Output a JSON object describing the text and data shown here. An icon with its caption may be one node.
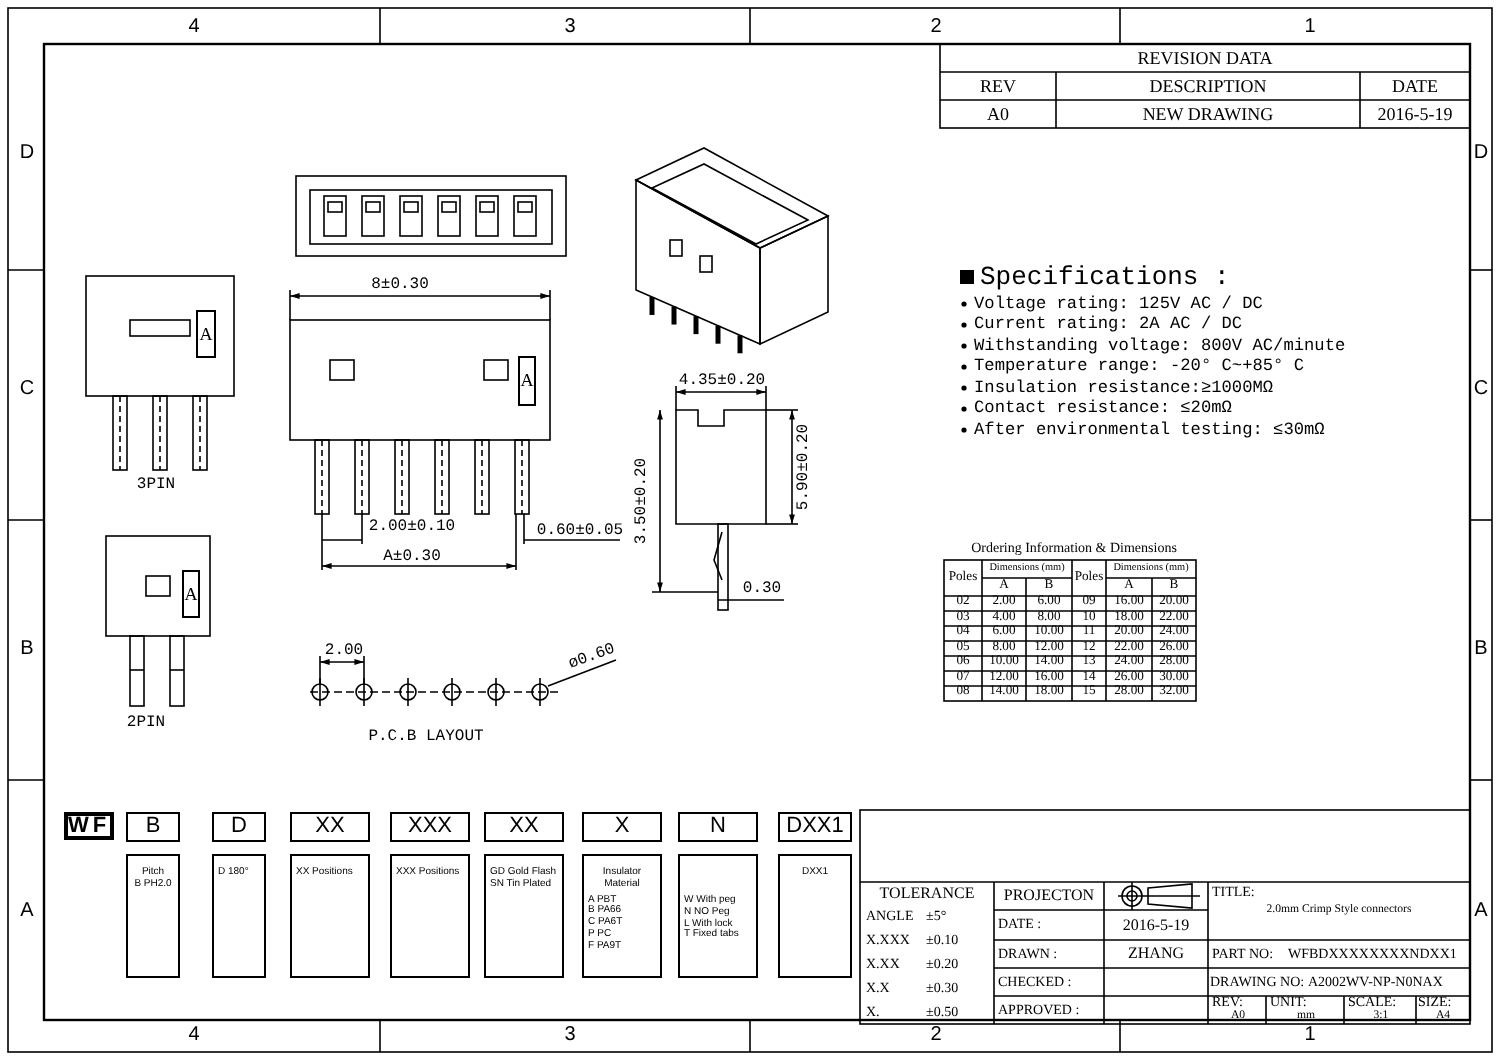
{
  "diagram": {
    "nodes": [
      {
        "text": [
          "WF"
        ]
      },
      {
        "text": [
          "B"
        ]
      },
      {
        "text": [
          "D"
        ]
      },
      {
        "text": [
          "XX"
        ]
      },
      {
        "text": [
          "XXX"
        ]
      },
      {
        "text": [
          "XX"
        ]
      },
      {
        "text": [
          "X"
        ]
      },
      {
        "text": [
          "N"
        ]
      },
      {
        "text": [
          "DXX1"
        ]
      },
      {
        "text": [
          "Pitch",
          "B PH2.0"
        ]
      },
      {
        "text": [
          "D 180°"
        ]
      },
      {
        "text": [
          "XX Positions"
        ]
      },
      {
        "text": [
          "XXX Positions"
        ]
      },
      {
        "text": [
          "GD Gold Flash",
          "SN Tin Plated"
        ]
      },
      {
        "text": [
          "Insulator Material",
          "A PBT",
          "B PA66",
          "C PA6T",
          "P PC",
          "F PA9T"
        ]
      },
      {
        "text": [
          "W With peg",
          "N NO Peg",
          "L With lock",
          "T Fixed tabs"
        ]
      },
      {
        "text": [
          "DXX1"
        ]
      }
    ],
    "labels": [
      "4",
      "3",
      "2",
      "1",
      "REVISION DATA",
      "REV",
      "DESCRIPTION",
      "DATE",
      "A0",
      "NEW DRAWING",
      "2016-5-19",
      "D",
      "C",
      "B",
      "A",
      "D",
      "C",
      "B",
      "A",
      "8±0.30",
      "A",
      "A",
      "A",
      "3PIN",
      "2.00±0.10",
      "0.60±0.05",
      "A±0.30",
      "4.35±0.20",
      "3.50±0.20",
      "5.90±0.20",
      "0.30",
      "2PIN",
      "2.00",
      "ø0.60",
      "P.C.B LAYOUT",
      "Specifications :",
      "Voltage rating: 125V AC / DC",
      "Current rating: 2A  AC / DC",
      "Withstanding voltage: 800V AC/minute",
      "Temperature range: -20° C~+85° C",
      "Insulation resistance:≥1000MΩ",
      "Contact resistance: ≤20mΩ",
      "After environmental testing: ≤30mΩ",
      "Ordering Information & Dimensions",
      "Poles",
      "Dimensions (mm)",
      "Poles",
      "Dimensions (mm)",
      "A",
      "B",
      "A",
      "B",
      "02",
      "2.00",
      "6.00",
      "09",
      "16.00",
      "20.00",
      "03",
      "4.00",
      "8.00",
      "10",
      "18.00",
      "22.00",
      "04",
      "6.00",
      "10.00",
      "11",
      "20.00",
      "24.00",
      "05",
      "8.00",
      "12.00",
      "12",
      "22.00",
      "26.00",
      "06",
      "10.00",
      "14.00",
      "13",
      "24.00",
      "28.00",
      "07",
      "12.00",
      "16.00",
      "14",
      "26.00",
      "30.00",
      "08",
      "14.00",
      "18.00",
      "15",
      "28.00",
      "32.00",
      "TOLERANCE",
      "ANGLE",
      "±5°",
      "X.XXX",
      "±0.10",
      "X.XX",
      "±0.20",
      "X.X",
      "±0.30",
      "X.",
      "±0.50",
      "PROJECTON",
      "DATE :",
      "2016-5-19",
      "DRAWN :",
      "ZHANG",
      "CHECKED :",
      "APPROVED :",
      "TITLE:",
      "2.0mm Crimp Style connectors",
      "PART NO:",
      "WFBDXXXXXXXXNDXX1",
      "DRAWING NO:",
      "A2002WV-NP-N0NAX",
      "REV:",
      "A0",
      "UNIT:",
      "mm",
      "SCALE:",
      "3:1",
      "SIZE:",
      "A4",
      "4",
      "3",
      "2",
      "1"
    ]
  }
}
